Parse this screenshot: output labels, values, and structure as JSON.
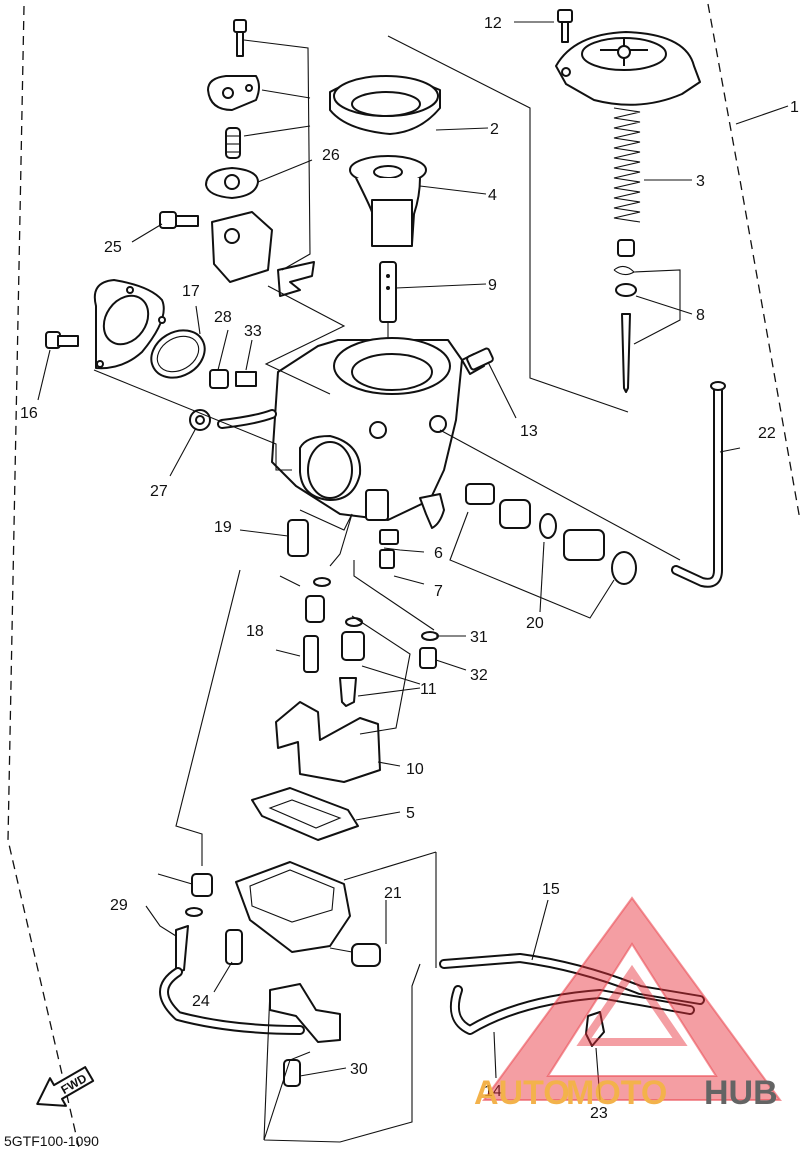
{
  "diagram": {
    "code": "5GTF100-1090",
    "fwd_label": "FWD",
    "callouts": [
      "1",
      "2",
      "3",
      "4",
      "5",
      "6",
      "7",
      "8",
      "9",
      "10",
      "11",
      "12",
      "13",
      "14",
      "15",
      "16",
      "17",
      "18",
      "19",
      "20",
      "21",
      "22",
      "23",
      "24",
      "25",
      "26",
      "27",
      "28",
      "29",
      "30",
      "31",
      "32",
      "33"
    ]
  },
  "watermark": {
    "word_a": "AUTO",
    "word_b": "MOTO",
    "word_c": "HUB",
    "colors": {
      "triangle": "#e8303a",
      "auto": "#f2a52c",
      "moto": "#f2a52c",
      "hub": "#4a4a4a"
    }
  }
}
